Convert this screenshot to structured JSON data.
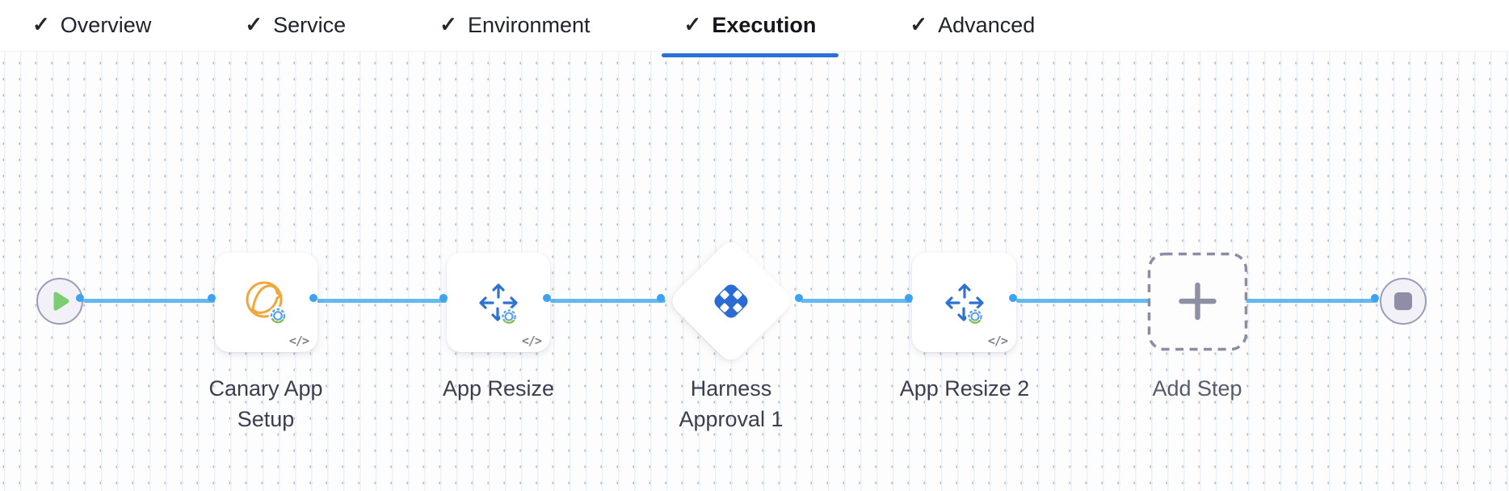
{
  "header": {
    "check_glyph": "✓",
    "tabs": [
      {
        "label": "Overview",
        "completed": true,
        "active": false
      },
      {
        "label": "Service",
        "completed": true,
        "active": false
      },
      {
        "label": "Environment",
        "completed": true,
        "active": false
      },
      {
        "label": "Execution",
        "completed": true,
        "active": true
      },
      {
        "label": "Advanced",
        "completed": true,
        "active": false
      }
    ]
  },
  "canvas": {
    "start_node": {
      "icon": "play-icon"
    },
    "end_node": {
      "icon": "stop-icon"
    },
    "nodes": [
      {
        "id": "canary-app-setup",
        "label": "Canary App Setup",
        "kind": "step",
        "icon": "canary-bird-icon",
        "code_badge": "</>"
      },
      {
        "id": "app-resize",
        "label": "App Resize",
        "kind": "step",
        "icon": "resize-arrows-icon",
        "code_badge": "</>"
      },
      {
        "id": "harness-approval-1",
        "label": "Harness Approval 1",
        "kind": "approval",
        "icon": "harness-logo-icon"
      },
      {
        "id": "app-resize-2",
        "label": "App Resize 2",
        "kind": "step",
        "icon": "resize-arrows-icon",
        "code_badge": "</>"
      },
      {
        "id": "add-step",
        "label": "Add Step",
        "kind": "add-button",
        "icon": "plus-icon"
      }
    ],
    "colors": {
      "connector_line": "#63b9f0",
      "port_ring": "#3da2f2",
      "active_tab_underline": "#2b6fd8",
      "icon_blue": "#2e72d2",
      "canary_orange": "#f0a73e",
      "harness_logo_blue": "#2b6cd4",
      "play_green": "#7ccd72",
      "stop_gray": "#8e8fa6",
      "node_label": "#3b3e4d"
    }
  }
}
